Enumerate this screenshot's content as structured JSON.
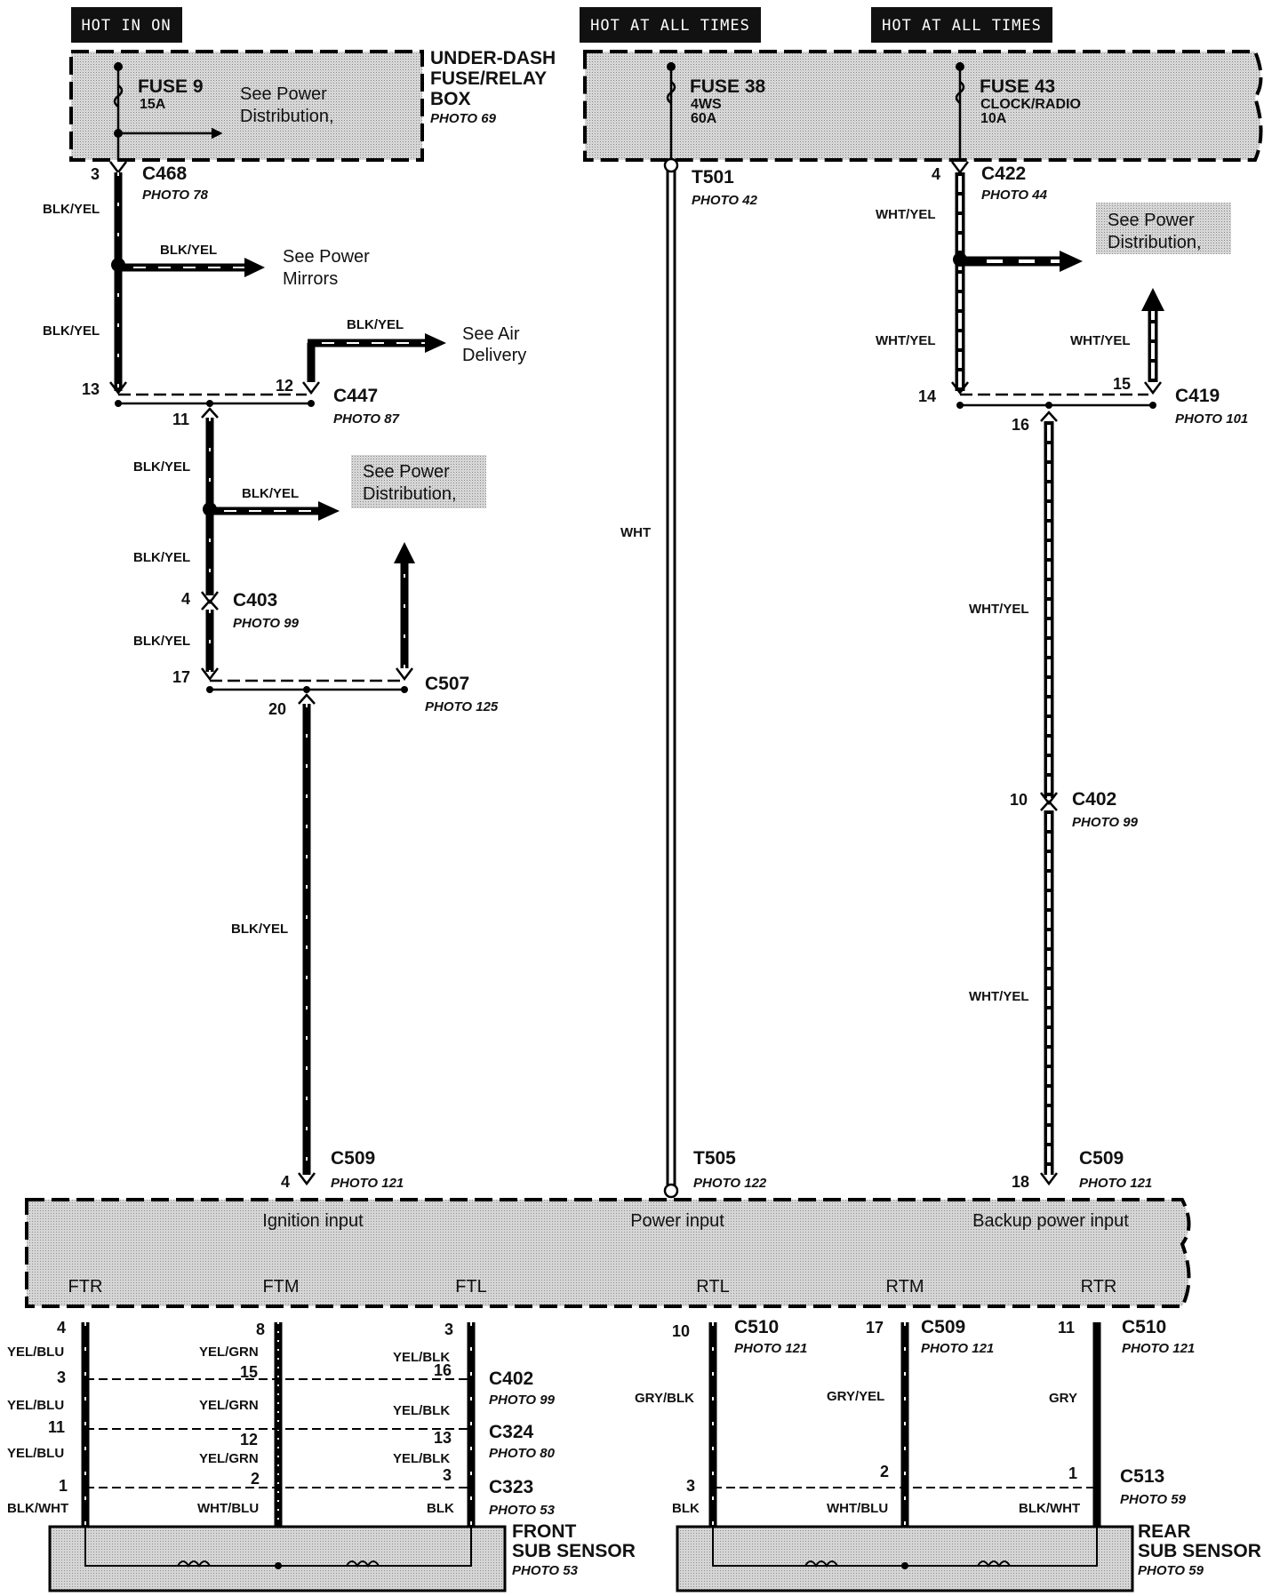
{
  "labels": {
    "hot_in_on": "HOT IN ON",
    "hot_at_all_times_1": "HOT AT ALL TIMES",
    "hot_at_all_times_2": "HOT AT ALL TIMES",
    "under_dash_line1": "UNDER-DASH",
    "under_dash_line2": "FUSE/RELAY",
    "under_dash_line3": "BOX",
    "under_dash_photo": "PHOTO 69",
    "fuse9": "FUSE 9",
    "fuse9_rating": "15A",
    "fuse38": "FUSE 38",
    "fuse38_sub": "4WS",
    "fuse38_rating": "60A",
    "fuse43": "FUSE 43",
    "fuse43_sub": "CLOCK/RADIO",
    "fuse43_rating": "10A",
    "see_power_dist_1a": "See Power",
    "see_power_dist_1b": "Distribution,",
    "see_power_mirrors_a": "See Power",
    "see_power_mirrors_b": "Mirrors",
    "see_air_a": "See Air",
    "see_air_b": "Delivery",
    "see_power_dist_2a": "See Power",
    "see_power_dist_2b": "Distribution,",
    "see_power_dist_3a": "See Power",
    "see_power_dist_3b": "Distribution,",
    "c468": "C468",
    "c468_photo": "PHOTO 78",
    "c468_pin": "3",
    "c447": "C447",
    "c447_photo": "PHOTO 87",
    "c447_pin13": "13",
    "c447_pin12": "12",
    "c447_pin11": "11",
    "c403": "C403",
    "c403_photo": "PHOTO 99",
    "c403_pin": "4",
    "c507": "C507",
    "c507_photo": "PHOTO 125",
    "c507_pin17": "17",
    "c507_pin20": "20",
    "c509_left": "C509",
    "c509_left_photo": "PHOTO 121",
    "c509_left_pin": "4",
    "t501": "T501",
    "t501_photo": "PHOTO 42",
    "t505": "T505",
    "t505_photo": "PHOTO 122",
    "c422": "C422",
    "c422_photo": "PHOTO 44",
    "c422_pin": "4",
    "c419": "C419",
    "c419_photo": "PHOTO 101",
    "c419_pin14": "14",
    "c419_pin15": "15",
    "c419_pin16": "16",
    "c402_r": "C402",
    "c402_r_photo": "PHOTO 99",
    "c402_r_pin": "10",
    "c509_right": "C509",
    "c509_right_photo": "PHOTO 121",
    "c509_right_pin": "18",
    "ignition_input": "Ignition input",
    "power_input": "Power input",
    "backup_input": "Backup power input",
    "ftr": "FTR",
    "ftm": "FTM",
    "ftl": "FTL",
    "rtl": "RTL",
    "rtm": "RTM",
    "rtr": "RTR",
    "c402_b": "C402",
    "c402_b_photo": "PHOTO 99",
    "c324": "C324",
    "c324_photo": "PHOTO 80",
    "c323": "C323",
    "c323_photo": "PHOTO 53",
    "c510_a": "C510",
    "c510_a_photo": "PHOTO 121",
    "c510_a_pin": "10",
    "c509_b": "C509",
    "c509_b_photo": "PHOTO 121",
    "c509_b_pin": "17",
    "c510_b": "C510",
    "c510_b_photo": "PHOTO 121",
    "c510_b_pin": "11",
    "c513": "C513",
    "c513_photo": "PHOTO 59",
    "front_sensor_1": "FRONT",
    "front_sensor_2": "SUB SENSOR",
    "front_sensor_photo": "PHOTO 53",
    "rear_sensor_1": "REAR",
    "rear_sensor_2": "SUB SENSOR",
    "rear_sensor_photo": "PHOTO 59"
  },
  "pins": {
    "ftr": [
      "4",
      "3",
      "11",
      "1"
    ],
    "ftm": [
      "8",
      "15",
      "12",
      "2"
    ],
    "ftl": [
      "3",
      "16",
      "13",
      "3"
    ],
    "rear": [
      "3",
      "2",
      "1"
    ]
  },
  "wires": {
    "blk_yel": "BLK/YEL",
    "wht": "WHT",
    "wht_yel": "WHT/YEL",
    "yel_blu": "YEL/BLU",
    "yel_grn": "YEL/GRN",
    "yel_blk": "YEL/BLK",
    "blk_wht": "BLK/WHT",
    "wht_blu": "WHT/BLU",
    "blk": "BLK",
    "gry_blk": "GRY/BLK",
    "gry_yel": "GRY/YEL",
    "gry": "GRY"
  }
}
